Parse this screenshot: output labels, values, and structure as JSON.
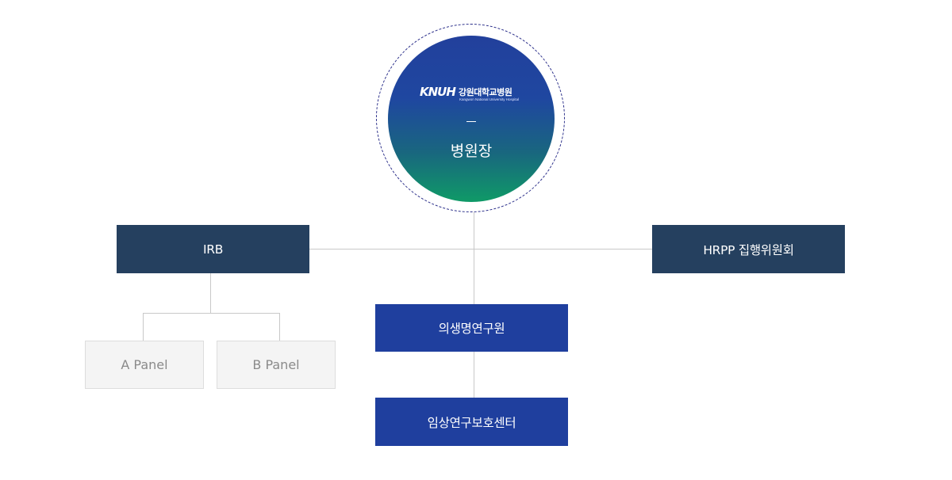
{
  "head": {
    "logo_mark": "KNUH",
    "logo_name": "강원대학교병원",
    "logo_sub": "Kangwon National University Hospital",
    "title": "병원장"
  },
  "nodes": {
    "irb": "IRB",
    "hrpp": "HRPP 집행위원회",
    "research_institute": "의생명연구원",
    "protection_center": "임상연구보호센터",
    "panel_a": "A Panel",
    "panel_b": "B Panel"
  },
  "colors": {
    "navy": "#25405f",
    "blue": "#1f3f9e",
    "green": "#0f9a67",
    "connector": "#c8c8c8"
  }
}
